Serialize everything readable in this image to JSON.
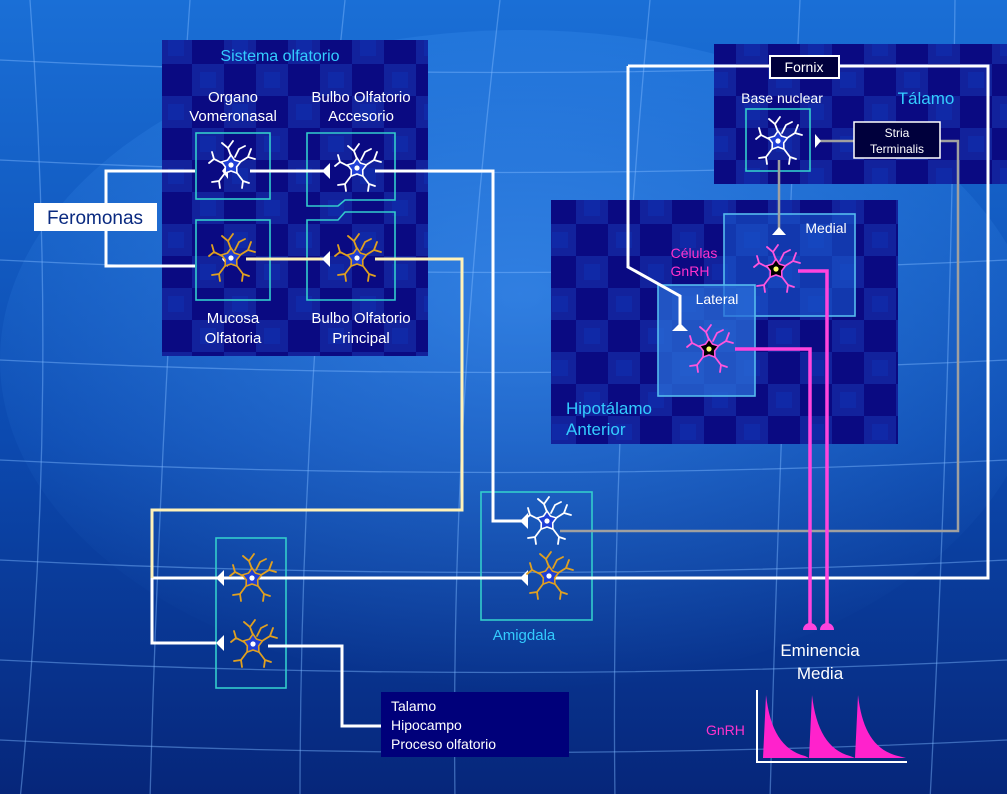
{
  "labels": {
    "sistema_olfatorio": "Sistema olfatorio",
    "organo_line1": "Organo",
    "organo_line2": "Vomeronasal",
    "bulbo_acc_line1": "Bulbo Olfatorio",
    "bulbo_acc_line2": "Accesorio",
    "mucosa_line1": "Mucosa",
    "mucosa_line2": "Olfatoria",
    "bulbo_pri_line1": "Bulbo Olfatorio",
    "bulbo_pri_line2": "Principal",
    "feromonas": "Feromonas",
    "fornix": "Fornix",
    "base_nuclear": "Base nuclear",
    "talamo": "Tálamo",
    "stria_line1": "Stria",
    "stria_line2": "Terminalis",
    "medial": "Medial",
    "celulas_line1": "Células",
    "celulas_line2": "GnRH",
    "lateral": "Lateral",
    "hipotalamo_line1": "Hipotálamo",
    "hipotalamo_line2": "Anterior",
    "amigdala": "Amigdala",
    "eminencia_line1": "Eminencia",
    "eminencia_line2": "Media",
    "gnrh": "GnRH",
    "output_line1": "Talamo",
    "output_line2": "Hipocampo",
    "output_line3": "Proceso olfatorio"
  },
  "colors": {
    "background": "#1565c8",
    "panel": "#0b0b86",
    "label_cyan": "#33ccff",
    "gnrh_magenta": "#ff33cc",
    "white_connection": "#ffffff",
    "cream_connection": "#fff6cc",
    "gray_connection": "#9c9c9c",
    "neuron_white": "#ffffff",
    "neuron_gold": "#e0a020",
    "neuron_magenta": "#ff55dd"
  }
}
